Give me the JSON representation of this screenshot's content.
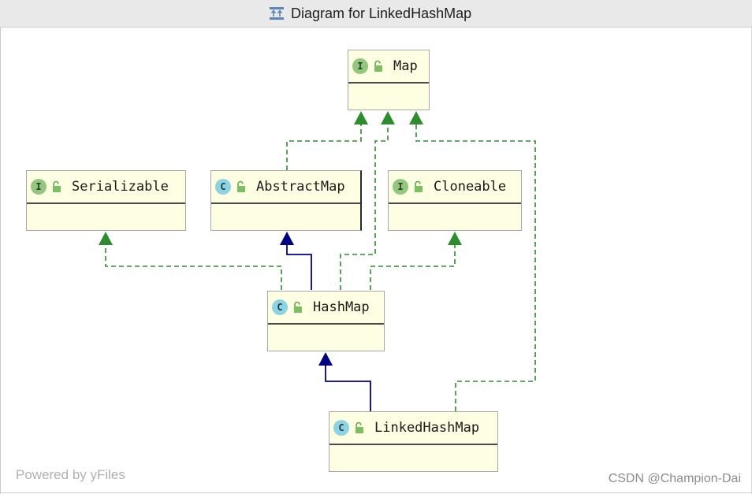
{
  "window": {
    "title": "Diagram for LinkedHashMap",
    "title_icon": "diagram-icon"
  },
  "nodes": {
    "map": {
      "label": "Map",
      "kind": "I"
    },
    "serializable": {
      "label": "Serializable",
      "kind": "I"
    },
    "abstractmap": {
      "label": "AbstractMap",
      "kind": "C"
    },
    "cloneable": {
      "label": "Cloneable",
      "kind": "I"
    },
    "hashmap": {
      "label": "HashMap",
      "kind": "C"
    },
    "linkedhashmap": {
      "label": "LinkedHashMap",
      "kind": "C"
    }
  },
  "footer": {
    "powered_by": "Powered by yFiles",
    "credit": "CSDN @Champion-Dai"
  },
  "colors": {
    "implements": "#2e8b2e",
    "extends": "#000080",
    "node_fill": "#fefee2",
    "interface_badge": "#92c87e",
    "class_badge": "#8ed3e2"
  }
}
